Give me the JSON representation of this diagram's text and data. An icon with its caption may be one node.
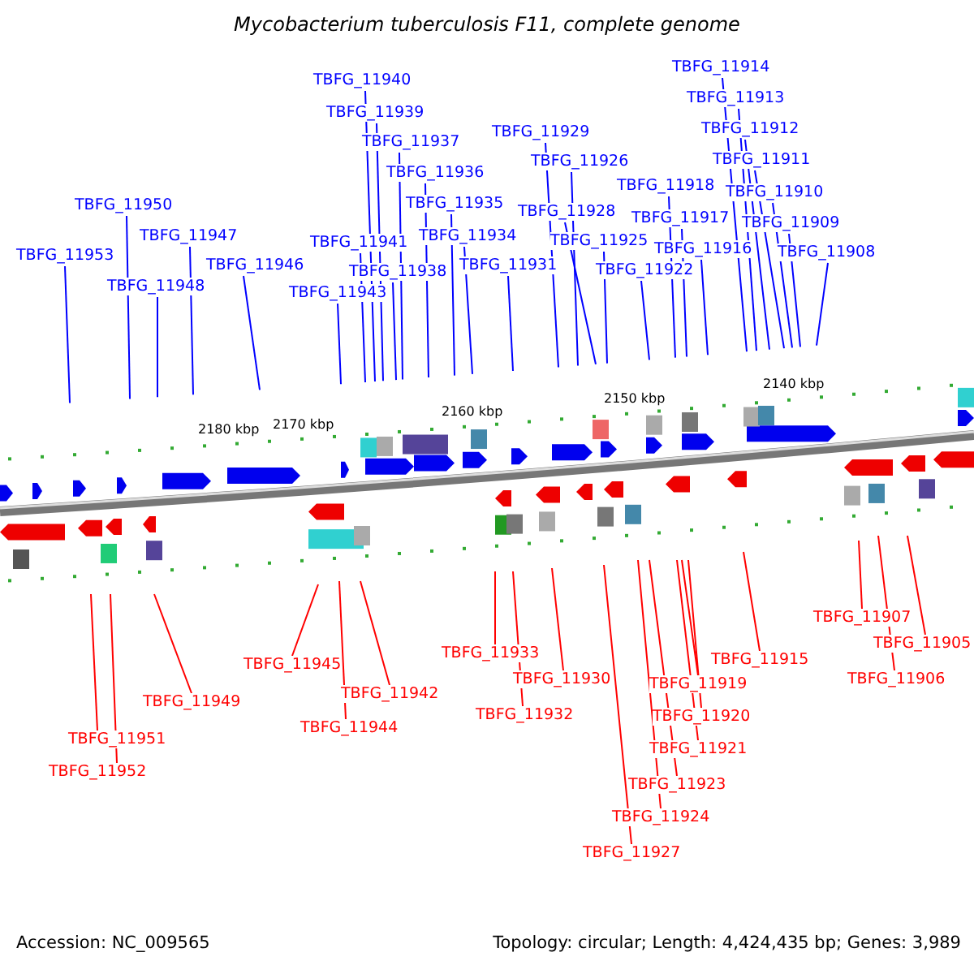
{
  "diagram": {
    "title": "Mycobacterium tuberculosis F11, complete genome",
    "nodes": [
      {
        "text": [
          "TBFG_11914"
        ]
      },
      {
        "text": [
          "TBFG_11940"
        ]
      },
      {
        "text": [
          "TBFG_11913"
        ]
      },
      {
        "text": [
          "TBFG_11939"
        ]
      },
      {
        "text": [
          "TBFG_11912"
        ]
      },
      {
        "text": [
          "TBFG_11929"
        ]
      },
      {
        "text": [
          "TBFG_11937"
        ]
      },
      {
        "text": [
          "TBFG_11911"
        ]
      },
      {
        "text": [
          "TBFG_11926"
        ]
      },
      {
        "text": [
          "TBFG_11936"
        ]
      },
      {
        "text": [
          "TBFG_11918"
        ]
      },
      {
        "text": [
          "TBFG_11910"
        ]
      },
      {
        "text": [
          "TBFG_11935"
        ]
      },
      {
        "text": [
          "TBFG_11950"
        ]
      },
      {
        "text": [
          "TBFG_11928"
        ]
      },
      {
        "text": [
          "TBFG_11917"
        ]
      },
      {
        "text": [
          "TBFG_11909"
        ]
      },
      {
        "text": [
          "TBFG_11934"
        ]
      },
      {
        "text": [
          "TBFG_11947"
        ]
      },
      {
        "text": [
          "TBFG_11925"
        ]
      },
      {
        "text": [
          "TBFG_11941"
        ]
      },
      {
        "text": [
          "TBFG_11916"
        ]
      },
      {
        "text": [
          "TBFG_11908"
        ]
      },
      {
        "text": [
          "TBFG_11953"
        ]
      },
      {
        "text": [
          "TBFG_11931"
        ]
      },
      {
        "text": [
          "TBFG_11946"
        ]
      },
      {
        "text": [
          "TBFG_11922"
        ]
      },
      {
        "text": [
          "TBFG_11938"
        ]
      },
      {
        "text": [
          "TBFG_11948"
        ]
      },
      {
        "text": [
          "TBFG_11943"
        ]
      },
      {
        "text": [
          "TBFG_11907"
        ]
      },
      {
        "text": [
          "TBFG_11905"
        ]
      },
      {
        "text": [
          "TBFG_11933"
        ]
      },
      {
        "text": [
          "TBFG_11915"
        ]
      },
      {
        "text": [
          "TBFG_11945"
        ]
      },
      {
        "text": [
          "TBFG_11930"
        ]
      },
      {
        "text": [
          "TBFG_11906"
        ]
      },
      {
        "text": [
          "TBFG_11919"
        ]
      },
      {
        "text": [
          "TBFG_11942"
        ]
      },
      {
        "text": [
          "TBFG_11949"
        ]
      },
      {
        "text": [
          "TBFG_11932"
        ]
      },
      {
        "text": [
          "TBFG_11920"
        ]
      },
      {
        "text": [
          "TBFG_11944"
        ]
      },
      {
        "text": [
          "TBFG_11951"
        ]
      },
      {
        "text": [
          "TBFG_11921"
        ]
      },
      {
        "text": [
          "TBFG_11952"
        ]
      },
      {
        "text": [
          "TBFG_11923"
        ]
      },
      {
        "text": [
          "TBFG_11924"
        ]
      },
      {
        "text": [
          "TBFG_11927"
        ]
      }
    ],
    "edges": [
      {
        "from": 0,
        "to": null,
        "arrow": "none"
      },
      {
        "from": 1,
        "to": null,
        "arrow": "none"
      },
      {
        "from": 2,
        "to": null,
        "arrow": "none"
      },
      {
        "from": 3,
        "to": null,
        "arrow": "none"
      },
      {
        "from": 4,
        "to": null,
        "arrow": "none"
      },
      {
        "from": 5,
        "to": null,
        "arrow": "none"
      },
      {
        "from": 6,
        "to": null,
        "arrow": "none"
      },
      {
        "from": 7,
        "to": null,
        "arrow": "none"
      },
      {
        "from": 8,
        "to": null,
        "arrow": "none"
      },
      {
        "from": 9,
        "to": null,
        "arrow": "none"
      },
      {
        "from": 10,
        "to": null,
        "arrow": "none"
      },
      {
        "from": 11,
        "to": null,
        "arrow": "none"
      },
      {
        "from": 12,
        "to": null,
        "arrow": "none"
      },
      {
        "from": 13,
        "to": null,
        "arrow": "none"
      },
      {
        "from": 14,
        "to": null,
        "arrow": "none"
      },
      {
        "from": 15,
        "to": null,
        "arrow": "none"
      },
      {
        "from": 16,
        "to": null,
        "arrow": "none"
      },
      {
        "from": 17,
        "to": null,
        "arrow": "none"
      },
      {
        "from": 18,
        "to": null,
        "arrow": "none"
      },
      {
        "from": 19,
        "to": null,
        "arrow": "none"
      },
      {
        "from": 20,
        "to": null,
        "arrow": "none"
      },
      {
        "from": 21,
        "to": null,
        "arrow": "none"
      },
      {
        "from": 22,
        "to": null,
        "arrow": "none"
      },
      {
        "from": 23,
        "to": null,
        "arrow": "none"
      },
      {
        "from": 24,
        "to": null,
        "arrow": "none"
      },
      {
        "from": 25,
        "to": null,
        "arrow": "none"
      },
      {
        "from": 26,
        "to": null,
        "arrow": "none"
      },
      {
        "from": 27,
        "to": null,
        "arrow": "none"
      },
      {
        "from": 28,
        "to": null,
        "arrow": "none"
      },
      {
        "from": 29,
        "to": null,
        "arrow": "none"
      },
      {
        "from": 30,
        "to": null,
        "arrow": "none",
        "color": "#ff0000"
      },
      {
        "from": 31,
        "to": null,
        "arrow": "none",
        "color": "#ff0000"
      },
      {
        "from": 32,
        "to": null,
        "arrow": "none",
        "color": "#ff0000"
      },
      {
        "from": 33,
        "to": null,
        "arrow": "none",
        "color": "#ff0000"
      },
      {
        "from": 34,
        "to": null,
        "arrow": "none",
        "color": "#ff0000"
      },
      {
        "from": 35,
        "to": null,
        "arrow": "none",
        "color": "#ff0000"
      },
      {
        "from": 36,
        "to": null,
        "arrow": "none",
        "color": "#ff0000"
      },
      {
        "from": 37,
        "to": null,
        "arrow": "none",
        "color": "#ff0000"
      },
      {
        "from": 38,
        "to": null,
        "arrow": "none",
        "color": "#ff0000"
      },
      {
        "from": 39,
        "to": null,
        "arrow": "none",
        "color": "#ff0000"
      },
      {
        "from": 40,
        "to": null,
        "arrow": "none",
        "color": "#ff0000"
      },
      {
        "from": 41,
        "to": null,
        "arrow": "none",
        "color": "#ff0000"
      },
      {
        "from": 42,
        "to": null,
        "arrow": "none",
        "color": "#ff0000"
      },
      {
        "from": 43,
        "to": null,
        "arrow": "none",
        "color": "#ff0000"
      },
      {
        "from": 44,
        "to": null,
        "arrow": "none",
        "color": "#ff0000"
      },
      {
        "from": 45,
        "to": null,
        "arrow": "none",
        "color": "#ff0000"
      },
      {
        "from": 46,
        "to": null,
        "arrow": "none",
        "color": "#ff0000"
      },
      {
        "from": 47,
        "to": null,
        "arrow": "none",
        "color": "#ff0000"
      },
      {
        "from": 48,
        "to": null,
        "arrow": "none",
        "color": "#ff0000"
      }
    ],
    "labels": [
      "2180 kbp",
      "2170 kbp",
      "2160 kbp",
      "2150 kbp",
      "2140 kbp",
      "Accession: NC_009565",
      "Topology: circular; Length: 4,424,435 bp; Genes: 3,989"
    ]
  }
}
